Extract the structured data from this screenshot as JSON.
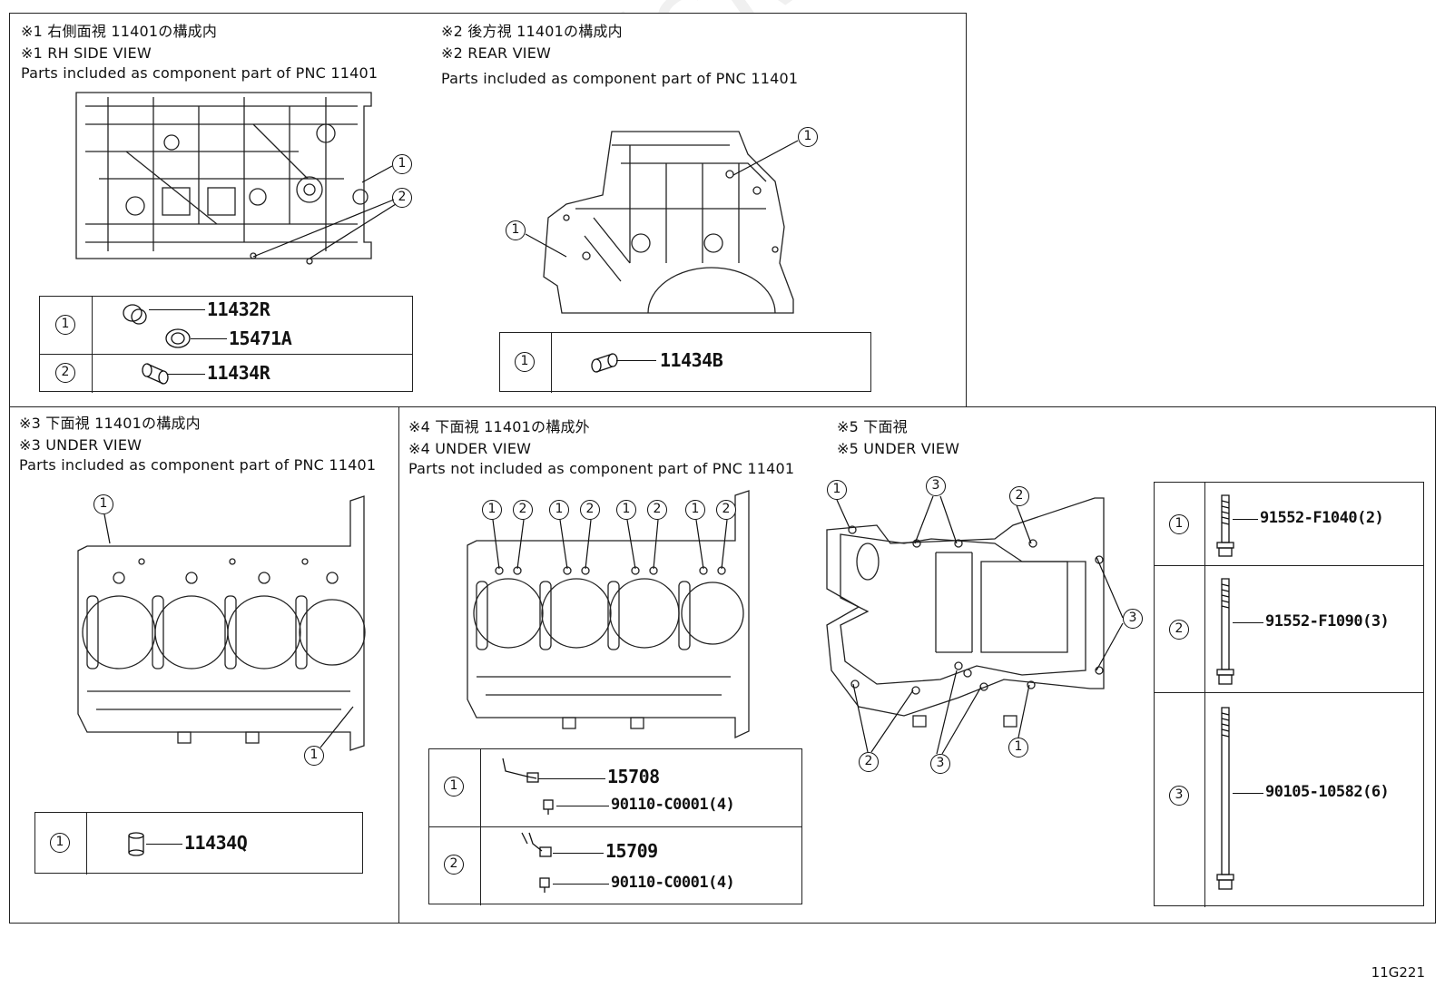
{
  "panels": [
    {
      "title_ja": "※1 右側面視 11401の構成内",
      "title_en": "※1 RH SIDE VIEW",
      "note": "Parts included as component part of PNC 11401",
      "rows": [
        {
          "index": "1",
          "parts": [
            "11432R",
            "15471A"
          ]
        },
        {
          "index": "2",
          "parts": [
            "11434R"
          ]
        }
      ]
    },
    {
      "title_ja": "※2 後方視 11401の構成内",
      "title_en": "※2 REAR VIEW",
      "note": "Parts included as component part of PNC 11401",
      "rows": [
        {
          "index": "1",
          "parts": [
            "11434B"
          ]
        }
      ]
    },
    {
      "title_ja": "※3 下面視 11401の構成内",
      "title_en": "※3 UNDER VIEW",
      "note": "Parts included as component part of PNC 11401",
      "rows": [
        {
          "index": "1",
          "parts": [
            "11434Q"
          ]
        }
      ]
    },
    {
      "title_ja": "※4 下面視 11401の構成外",
      "title_en": "※4 UNDER VIEW",
      "note": "Parts not included as component part of PNC 11401",
      "rows": [
        {
          "index": "1",
          "parts": [
            "15708",
            "90110-C0001(4)"
          ]
        },
        {
          "index": "2",
          "parts": [
            "15709",
            "90110-C0001(4)"
          ]
        }
      ]
    },
    {
      "title_ja": "※5 下面視",
      "title_en": "※5 UNDER VIEW",
      "rows": [
        {
          "index": "1",
          "parts": [
            "91552-F1040(2)"
          ]
        },
        {
          "index": "2",
          "parts": [
            "91552-F1090(3)"
          ]
        },
        {
          "index": "3",
          "parts": [
            "90105-10582(6)"
          ]
        }
      ]
    }
  ],
  "callouts": {
    "one": "1",
    "two": "2",
    "three": "3"
  },
  "figure_id": "11G221",
  "watermark": "ToyotaPartsMine.ru"
}
